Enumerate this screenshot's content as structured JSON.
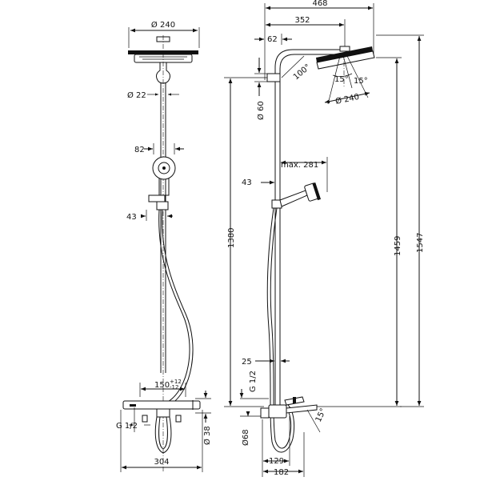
{
  "front_view": {
    "head_diameter": "Ø 240",
    "arm_diameter": "Ø 22",
    "hand_shower_width": "82",
    "slider_depth": "43",
    "spacing": "150",
    "spacing_tolerance": "+12\n-12",
    "spacing_tol_top": "+12",
    "spacing_tol_bottom": "-12",
    "inlet": "G 1/2",
    "valve_diameter": "Ø 38",
    "total_width": "304"
  },
  "side_view": {
    "total_reach": "468",
    "arm_reach": "352",
    "wall_offset_top": "62",
    "arm_angle": "100°",
    "tilt_left": "15°",
    "tilt_right": "15°",
    "head_diameter": "Ø 240",
    "bracket_diameter": "Ø 60",
    "hand_reach": "max. 281",
    "slider_depth": "43",
    "height_1380": "1380",
    "height_1459": "1459",
    "height_1547": "1547",
    "pipe_offset": "25",
    "inlet": "G 1/2",
    "spout_diameter": "Ø68",
    "spout_angle": "15°",
    "depth_129": "129",
    "depth_182": "182"
  }
}
